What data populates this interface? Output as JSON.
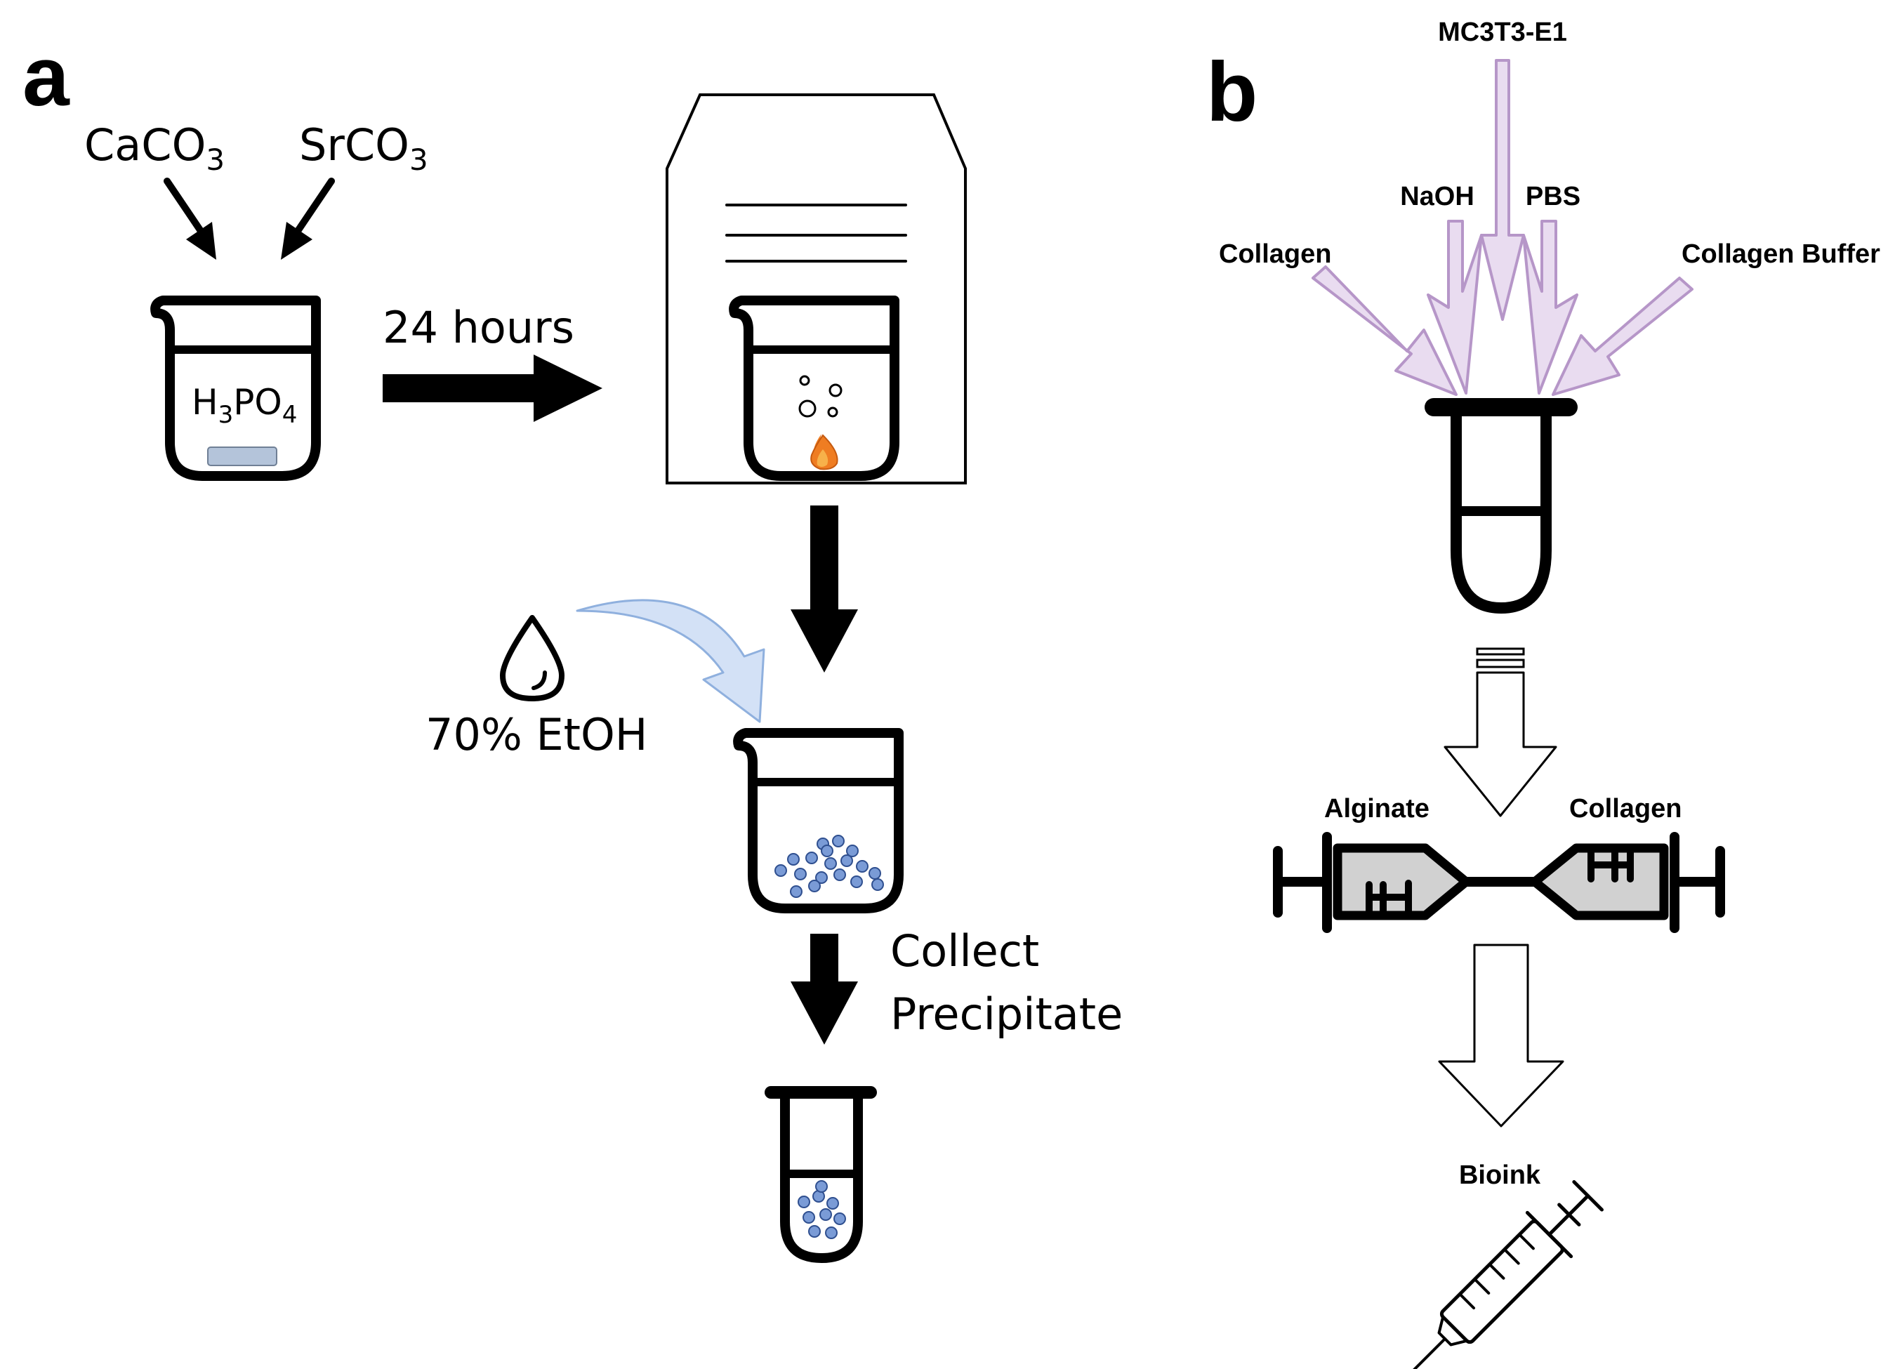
{
  "panel_a": {
    "letter": "a",
    "reagent_1": {
      "base": "CaCO",
      "sub": "3"
    },
    "reagent_2": {
      "base": "SrCO",
      "sub": "3"
    },
    "beaker_contents": {
      "h": "H",
      "sub1": "3",
      "po": "PO",
      "sub2": "4"
    },
    "step_time": "24 hours",
    "ethanol": "70% EtOH",
    "collect_line1": "Collect",
    "collect_line2": "Precipitate"
  },
  "panel_b": {
    "letter": "b",
    "cell_line": "MC3T3-E1",
    "inputs": [
      "Collagen",
      "NaOH",
      "PBS",
      "Collagen Buffer"
    ],
    "syringe_left": "Alginate",
    "syringe_right": "Collagen",
    "product": "Bioink"
  },
  "colors": {
    "ink": "#000000",
    "input_arrow_fill": "#e9dcf0",
    "input_arrow_stroke": "#b696c8",
    "ethanol_arrow_fill": "#d3e1f6",
    "ethanol_arrow_stroke": "#8fb0de",
    "particle_fill": "#7a9bd6",
    "particle_stroke": "#2f4f8f",
    "pellet_fill": "#b4c4da",
    "syringe_fill": "#d1d1d1",
    "flame_outer": "#ef7d22",
    "flame_inner": "#f7b14a"
  }
}
